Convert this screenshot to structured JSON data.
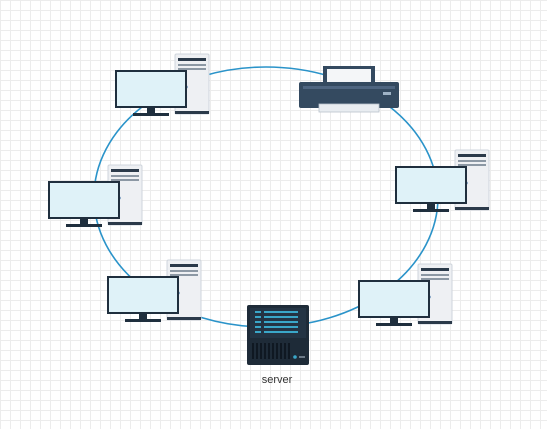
{
  "diagram": {
    "type": "ring-network",
    "ring_color": "#2a93c9",
    "nodes": [
      {
        "kind": "workstation",
        "icon": "workstation-icon"
      },
      {
        "kind": "printer",
        "icon": "printer-icon"
      },
      {
        "kind": "workstation",
        "icon": "workstation-icon"
      },
      {
        "kind": "workstation",
        "icon": "workstation-icon"
      },
      {
        "kind": "server",
        "icon": "server-icon",
        "label": "server"
      },
      {
        "kind": "workstation",
        "icon": "workstation-icon"
      },
      {
        "kind": "workstation",
        "icon": "workstation-icon"
      }
    ]
  },
  "colors": {
    "monitor_screen": "#dff2f8",
    "monitor_frame": "#1f2f3e",
    "tower_body": "#eef0f3",
    "tower_outline": "#cfd5dc",
    "tower_dark": "#2b3a4a",
    "printer_body": "#344a60",
    "server_body": "#1e2b38",
    "server_panel": "#3aa7c9"
  }
}
